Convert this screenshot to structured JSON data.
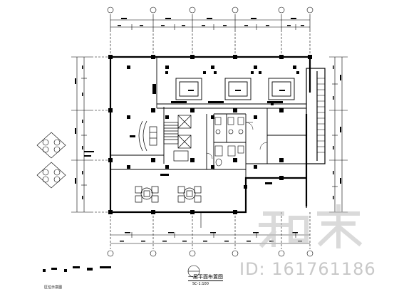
{
  "drawing": {
    "title": "一层平面布置图",
    "scale": "SC-1:100",
    "key_plan_label": "区位示意图"
  },
  "watermark": {
    "logo_text": "知末",
    "id_text": "ID: 161761186"
  },
  "colors": {
    "line": "#000000",
    "background": "#ffffff",
    "watermark": "#c8c8c8"
  }
}
